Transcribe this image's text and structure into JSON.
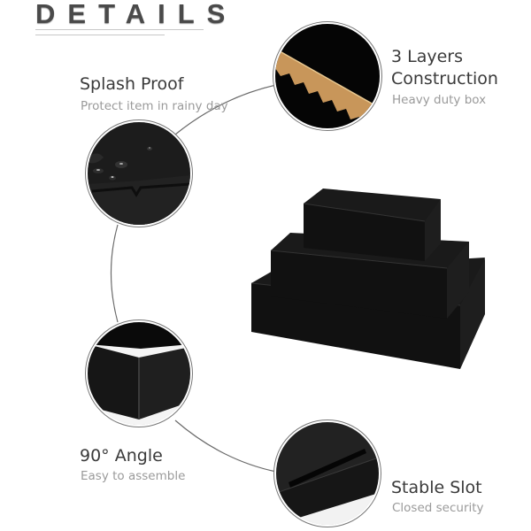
{
  "header": {
    "title": "DETAILS"
  },
  "features": [
    {
      "title": "Splash Proof",
      "subtitle": "Protect item in rainy day",
      "icon": "water-droplets-icon"
    },
    {
      "title_line1": "3 Layers",
      "title_line2": "Construction",
      "subtitle": "Heavy duty box",
      "icon": "corrugated-layers-icon"
    },
    {
      "title": "90° Angle",
      "subtitle": "Easy to assemble",
      "icon": "box-corner-icon"
    },
    {
      "title": "Stable Slot",
      "subtitle": "Closed security",
      "icon": "box-slot-icon"
    }
  ],
  "product": {
    "name": "stacked-black-mailer-boxes",
    "count": 3
  },
  "colors": {
    "box": "#141414",
    "kraft": "#c8965a",
    "text_dark": "#3a3a3a",
    "text_light": "#9a9a9a",
    "line": "#6a6a6a"
  }
}
